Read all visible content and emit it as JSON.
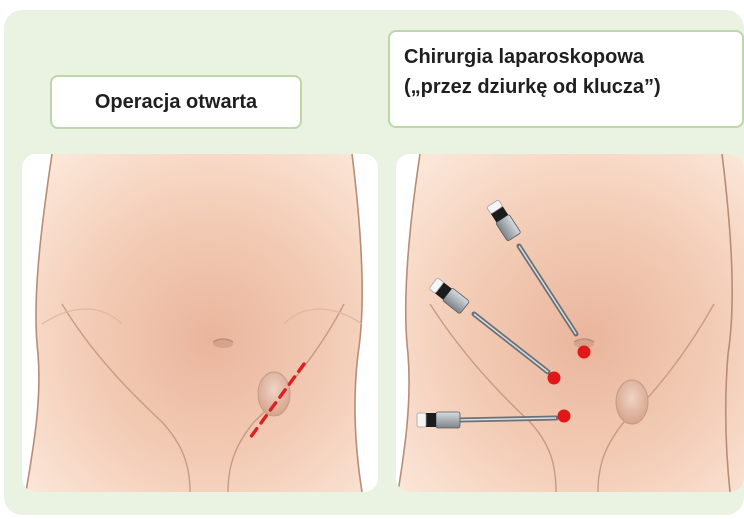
{
  "labels": {
    "open_surgery": "Operacja otwarta",
    "laparoscopic_line1": "Chirurgia laparoskopowa",
    "laparoscopic_line2": "(„przez dziurkę od klucza”)"
  },
  "colors": {
    "background_panel": "#eaf2e2",
    "label_border": "#bcd7a8",
    "skin": "#f2c8b0",
    "incision": "#e02020",
    "port_dot": "#e01818"
  }
}
